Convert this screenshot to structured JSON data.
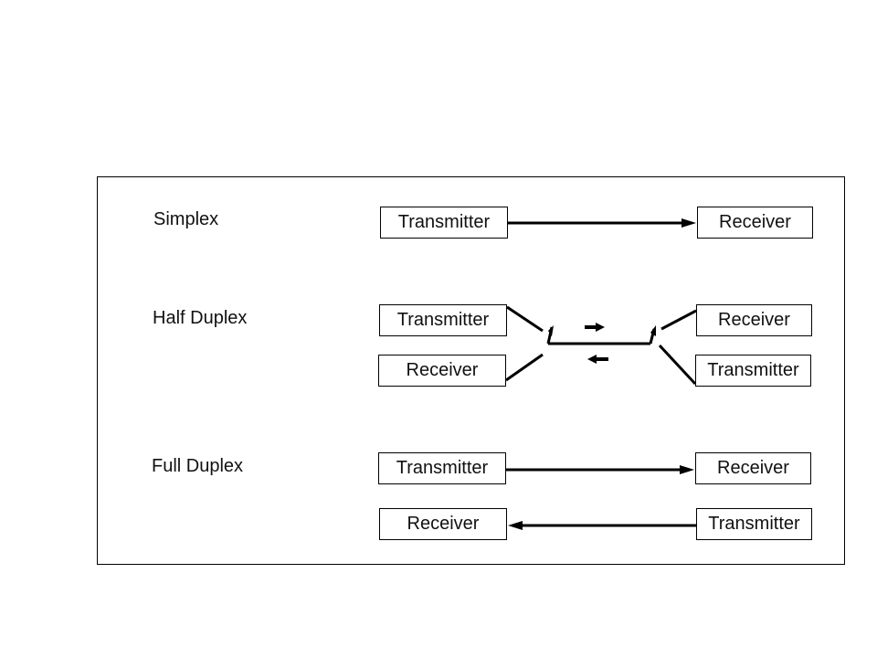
{
  "modes": {
    "simplex": {
      "label": "Simplex",
      "left_node": "Transmitter",
      "right_node": "Receiver"
    },
    "half_duplex": {
      "label": "Half Duplex",
      "left_top": "Transmitter",
      "left_bottom": "Receiver",
      "right_top": "Receiver",
      "right_bottom": "Transmitter"
    },
    "full_duplex": {
      "label": "Full Duplex",
      "row1_left": "Transmitter",
      "row1_right": "Receiver",
      "row2_left": "Receiver",
      "row2_right": "Transmitter"
    }
  },
  "colors": {
    "line": "#000000",
    "background": "#ffffff"
  }
}
